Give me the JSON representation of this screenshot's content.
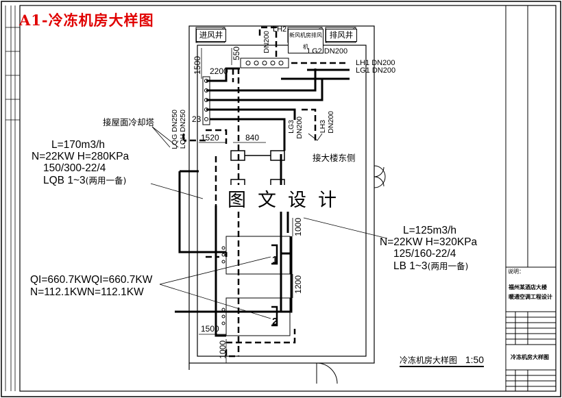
{
  "sheet_title": "A1-冷冻机房大样图",
  "watermark": "图文设计",
  "top_boxes": {
    "left": "进风井",
    "middle": "新风机房排风机",
    "right": "排风井"
  },
  "pipes": {
    "lh2": "LH2",
    "dn200_v": "DN200",
    "lg2": "LG2 DN200",
    "lh1": "LH1 DN200",
    "lg1": "LG1 DN200",
    "lqg": "LQG DN250",
    "lqh": "LQH DN250",
    "lg3": "LG3",
    "lg3_dn": "DN200",
    "lh3": "LH3",
    "lh3_dn": "DN200"
  },
  "dims": {
    "d550": "550",
    "d1500_top": "1500",
    "d2200": "2200",
    "d23": "23",
    "d1520": "1520",
    "d840": "840",
    "d1000_right": "1000",
    "d1200": "1200",
    "d1500_bottom": "1500",
    "d1000_bottom": "1000"
  },
  "notes": {
    "to_roof_tower": "接屋面冷却塔",
    "to_building_east": "接大楼东侧"
  },
  "pump_lqb": {
    "line1": "L=170m3/h",
    "line2": "N=22KW H=280KPa",
    "line3": "150/300-22/4",
    "line4": "LQB 1~3",
    "duty": "(两用一备)"
  },
  "pump_lb": {
    "line1": "L=125m3/h",
    "line2": "N=22KW H=320KPa",
    "line3": "125/160-22/4",
    "line4": "LB 1~3",
    "duty": "(两用一备)"
  },
  "chiller": {
    "line1": "QI=660.7KWQI=660.7KW",
    "line2": "N=112.1KWN=112.1KW",
    "unit1": "1",
    "unit2": "2"
  },
  "plan_caption": {
    "title": "冷冻机房大样图",
    "scale": "1:50"
  },
  "title_block": {
    "label": "说明：",
    "project_line1": "福州某酒店大楼",
    "project_line2": "暖通空调工程设计",
    "drawing_name": "冷冻机房大样图"
  }
}
